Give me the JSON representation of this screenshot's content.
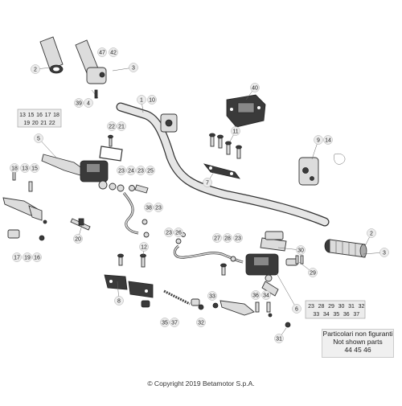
{
  "diagram": {
    "callouts": [
      {
        "id": "c2a",
        "text": "2"
      },
      {
        "id": "c47",
        "text": "47"
      },
      {
        "id": "c42",
        "text": "42"
      },
      {
        "id": "c39",
        "text": "39"
      },
      {
        "id": "c4",
        "text": "4"
      },
      {
        "id": "c3a",
        "text": "3"
      },
      {
        "id": "c1",
        "text": "1"
      },
      {
        "id": "c10",
        "text": "10"
      },
      {
        "id": "c40",
        "text": "40"
      },
      {
        "id": "c11",
        "text": "11"
      },
      {
        "id": "c9",
        "text": "9"
      },
      {
        "id": "c14",
        "text": "14"
      },
      {
        "id": "c5",
        "text": "5"
      },
      {
        "id": "c22",
        "text": "22"
      },
      {
        "id": "c21",
        "text": "21"
      },
      {
        "id": "c18",
        "text": "18"
      },
      {
        "id": "c13b",
        "text": "13"
      },
      {
        "id": "c15b",
        "text": "15"
      },
      {
        "id": "c23a",
        "text": "23"
      },
      {
        "id": "c24",
        "text": "24"
      },
      {
        "id": "c23b",
        "text": "23"
      },
      {
        "id": "c25",
        "text": "25"
      },
      {
        "id": "c7",
        "text": "7"
      },
      {
        "id": "c38",
        "text": "38"
      },
      {
        "id": "c23c",
        "text": "23"
      },
      {
        "id": "c20",
        "text": "20"
      },
      {
        "id": "c23d",
        "text": "23"
      },
      {
        "id": "c26",
        "text": "26"
      },
      {
        "id": "c27",
        "text": "27"
      },
      {
        "id": "c28",
        "text": "28"
      },
      {
        "id": "c23e",
        "text": "23"
      },
      {
        "id": "c30",
        "text": "30"
      },
      {
        "id": "c2b",
        "text": "2"
      },
      {
        "id": "c3b",
        "text": "3"
      },
      {
        "id": "c12",
        "text": "12"
      },
      {
        "id": "c29",
        "text": "29"
      },
      {
        "id": "c8",
        "text": "8"
      },
      {
        "id": "c33",
        "text": "33"
      },
      {
        "id": "c36",
        "text": "36"
      },
      {
        "id": "c34",
        "text": "34"
      },
      {
        "id": "c6",
        "text": "6"
      },
      {
        "id": "c35",
        "text": "35"
      },
      {
        "id": "c37",
        "text": "37"
      },
      {
        "id": "c32",
        "text": "32"
      },
      {
        "id": "c31",
        "text": "31"
      },
      {
        "id": "c17",
        "text": "17"
      },
      {
        "id": "c19",
        "text": "19"
      },
      {
        "id": "c16",
        "text": "16"
      }
    ],
    "group_left": {
      "row1": [
        "13",
        "15",
        "16",
        "17",
        "18"
      ],
      "row2": [
        "19",
        "20",
        "21",
        "22"
      ]
    },
    "group_right": {
      "row1": [
        "23",
        "28",
        "29",
        "30",
        "31",
        "32"
      ],
      "row2": [
        "33",
        "34",
        "35",
        "36",
        "37"
      ]
    },
    "note": {
      "line1": "Particolari non figuranti",
      "line2": "Not shown parts",
      "line3": "44  45  46"
    },
    "copyright": "© Copyright 2019 Betamotor S.p.A."
  }
}
